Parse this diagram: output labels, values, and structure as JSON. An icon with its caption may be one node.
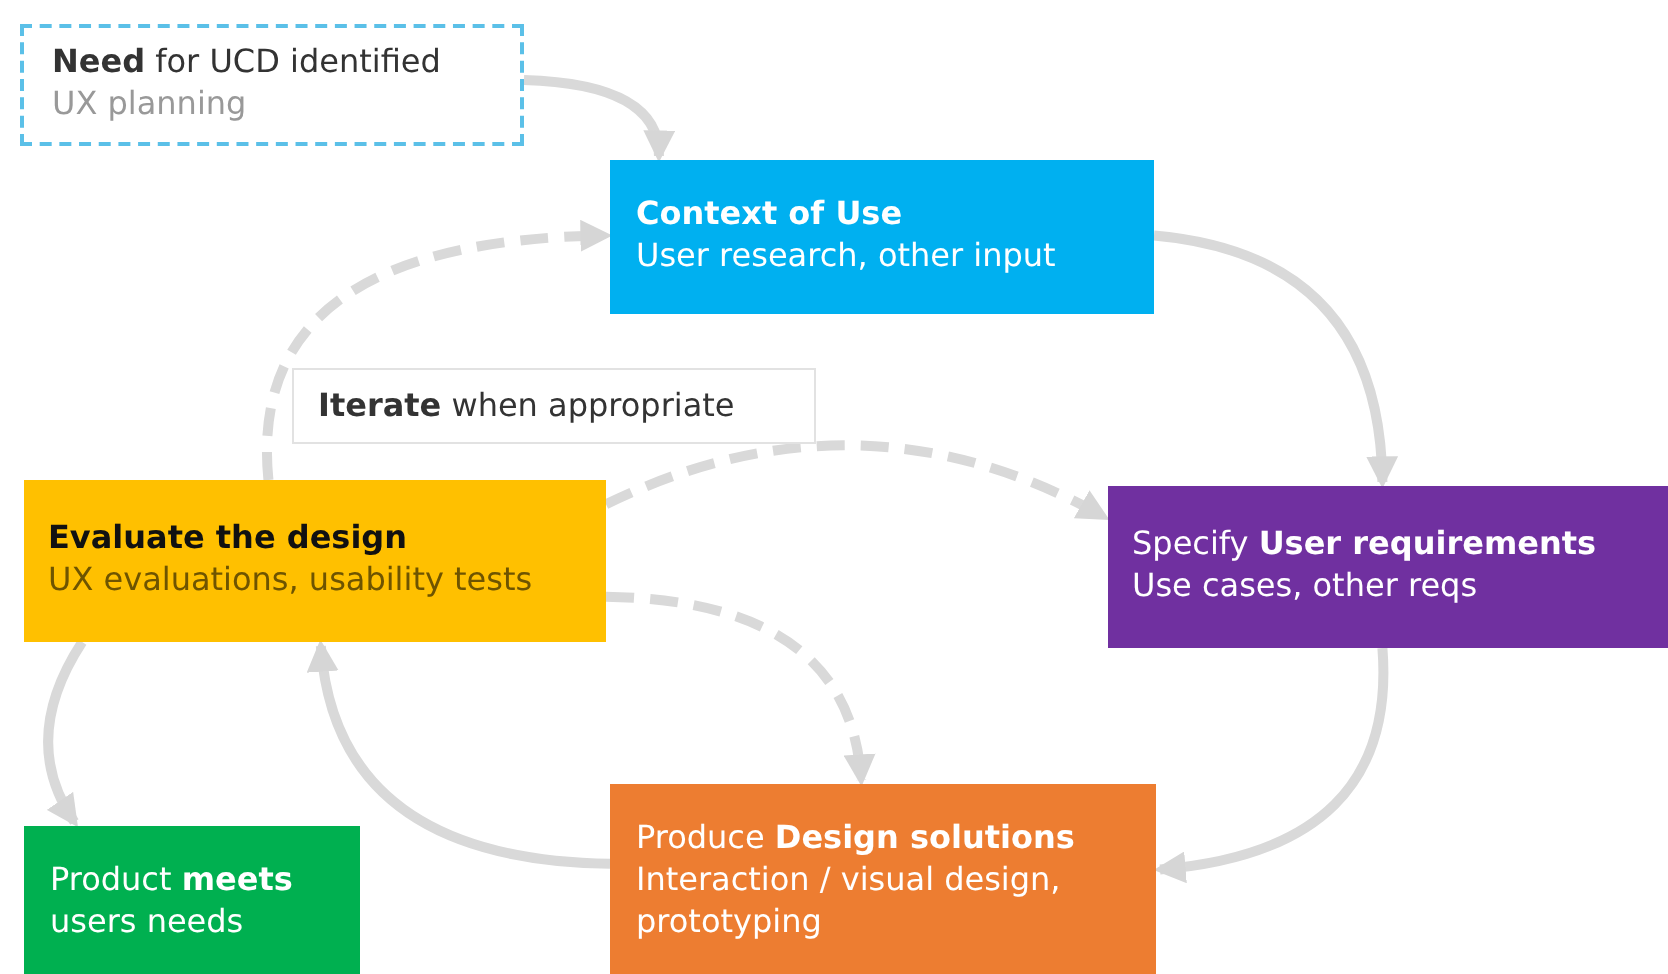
{
  "diagram": {
    "nodes": [
      {
        "text": [
          "**Need** for UCD identified",
          "UX planning"
        ]
      },
      {
        "text": [
          "Context of Use",
          "User research, other input"
        ]
      },
      {
        "text": [
          "**Iterate** when appropriate"
        ]
      },
      {
        "text": [
          "Evaluate the design",
          "UX evaluations, usability tests"
        ]
      },
      {
        "text": [
          "Specify **User requirements**",
          "Use cases, other reqs"
        ]
      },
      {
        "text": [
          "Product **meets** users needs"
        ]
      },
      {
        "text": [
          "Produce **Design solutions**",
          "Interaction / visual design, prototyping"
        ]
      }
    ],
    "edges": [
      {
        "from": 0,
        "to": 1,
        "arrow": "to"
      },
      {
        "from": 1,
        "to": 4,
        "arrow": "to"
      },
      {
        "from": 4,
        "to": 6,
        "arrow": "to"
      },
      {
        "from": 6,
        "to": 3,
        "arrow": "to"
      },
      {
        "from": 3,
        "to": 5,
        "arrow": "to"
      },
      {
        "from": 3,
        "to": 1,
        "arrow": "to",
        "style": "dashed"
      },
      {
        "from": 3,
        "to": 4,
        "arrow": "to",
        "style": "dashed"
      },
      {
        "from": 3,
        "to": 6,
        "arrow": "to",
        "style": "dashed"
      }
    ]
  }
}
